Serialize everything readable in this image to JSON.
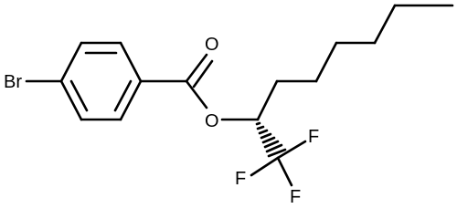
{
  "molecule": {
    "atoms": {
      "br": "Br",
      "o_carbonyl": "O",
      "o_ester": "O",
      "f_upper": "F",
      "f_left": "F",
      "f_bottom": "F"
    }
  }
}
